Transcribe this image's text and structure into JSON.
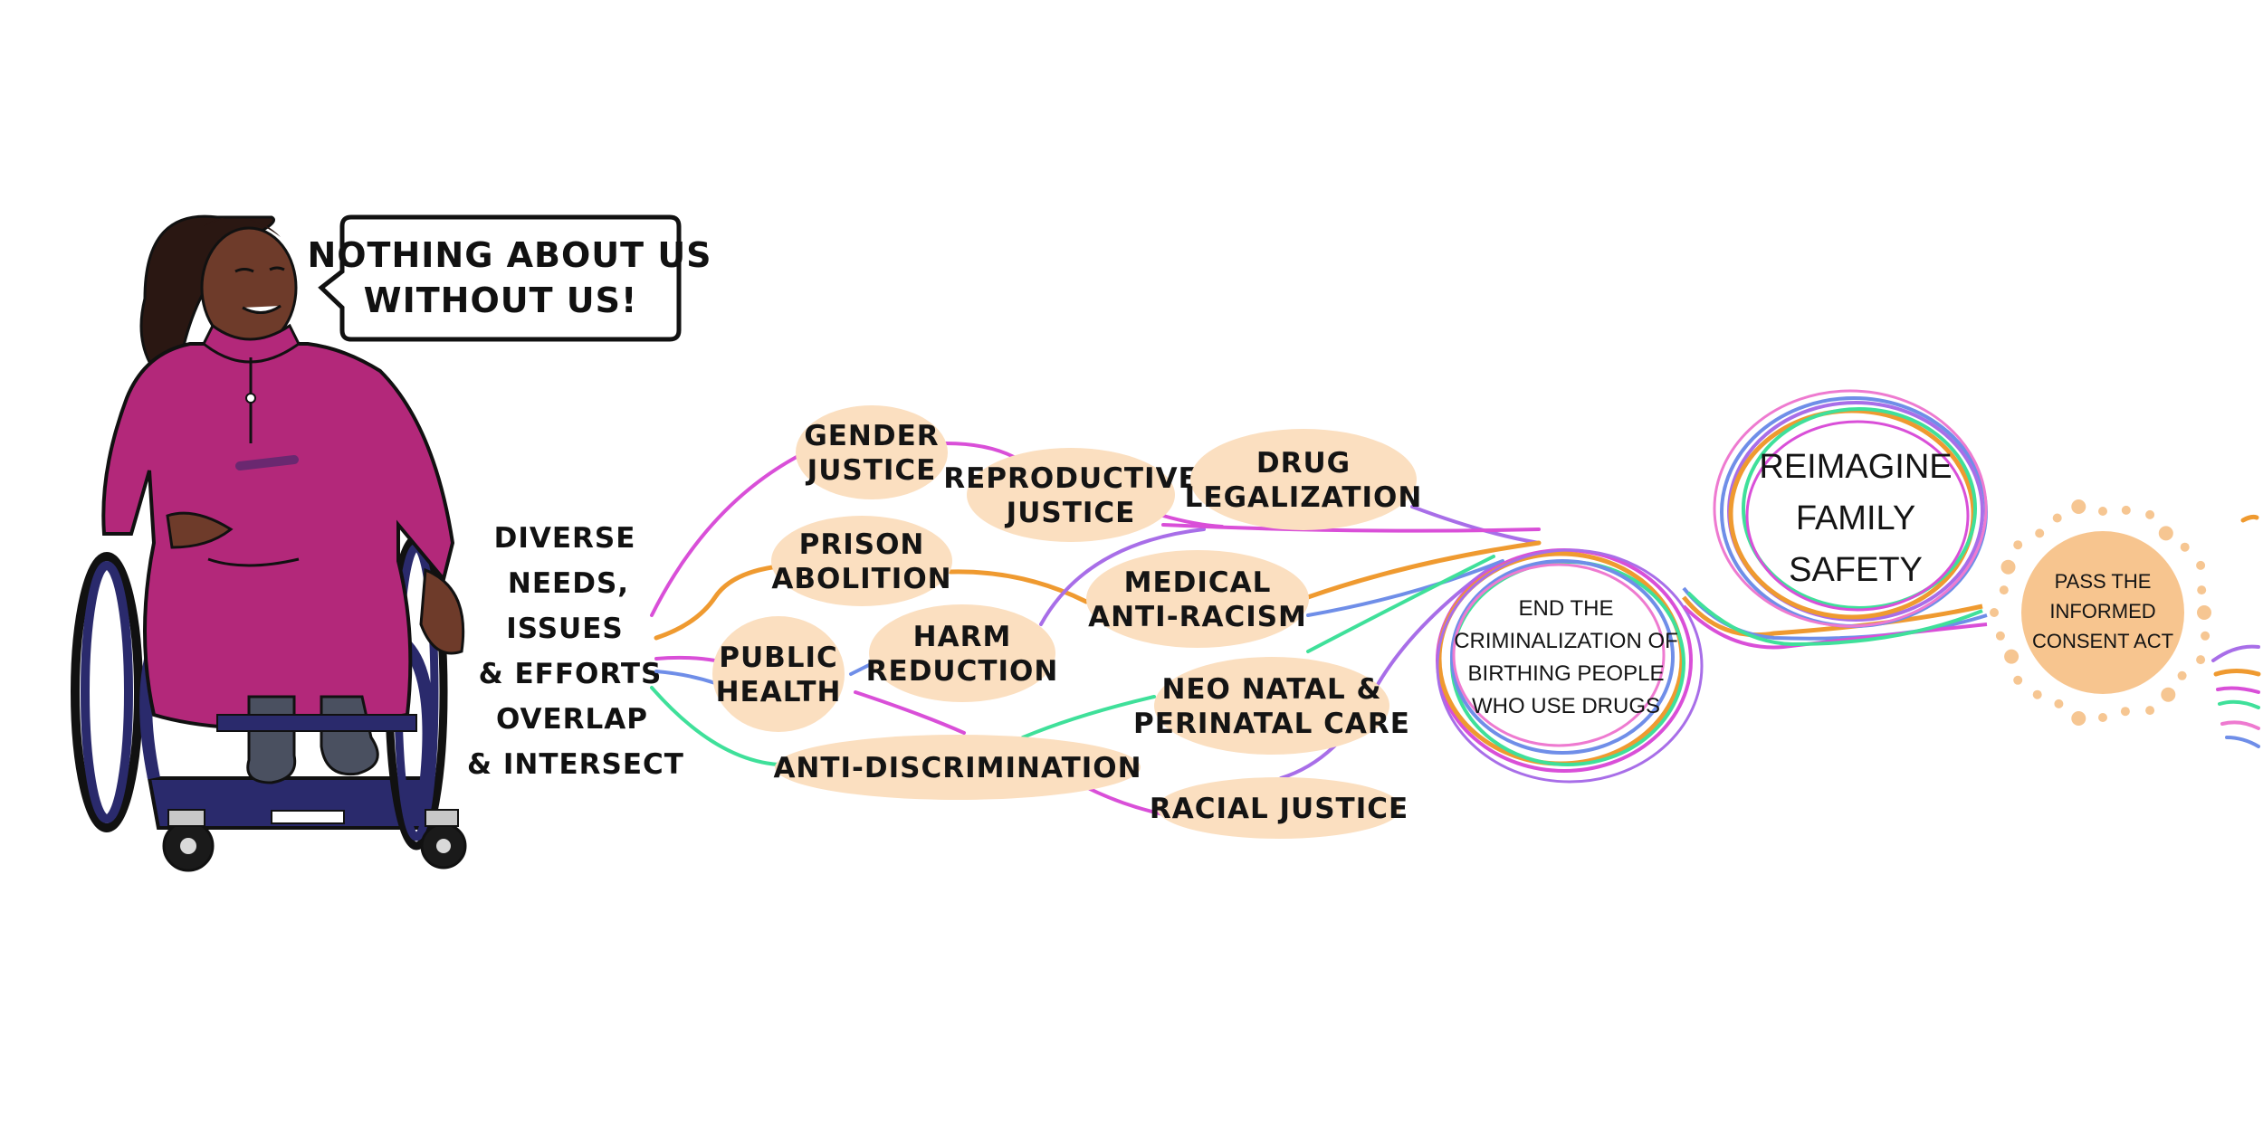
{
  "speech_bubble": {
    "lines": [
      "NOTHING ABOUT US",
      "WITHOUT US!"
    ]
  },
  "intro": {
    "lines": [
      "DIVERSE",
      "NEEDS,",
      "ISSUES",
      "& EFFORTS",
      "OVERLAP",
      "& INTERSECT"
    ]
  },
  "topics": [
    {
      "id": "gender",
      "lines": [
        "GENDER",
        "JUSTICE"
      ]
    },
    {
      "id": "reproductive",
      "lines": [
        "REPRODUCTIVE",
        "JUSTICE"
      ]
    },
    {
      "id": "drug-legalization",
      "lines": [
        "DRUG",
        "LEGALIZATION"
      ]
    },
    {
      "id": "prison",
      "lines": [
        "PRISON",
        "ABOLITION"
      ]
    },
    {
      "id": "medical",
      "lines": [
        "MEDICAL",
        "ANTI-RACISM"
      ]
    },
    {
      "id": "public-health",
      "lines": [
        "PUBLIC",
        "HEALTH"
      ]
    },
    {
      "id": "harm",
      "lines": [
        "HARM",
        "REDUCTION"
      ]
    },
    {
      "id": "neonatal",
      "lines": [
        "NEO NATAL &",
        "PERINATAL CARE"
      ]
    },
    {
      "id": "anti-discrimination",
      "lines": [
        "ANTI-DISCRIMINATION"
      ]
    },
    {
      "id": "racial",
      "lines": [
        "RACIAL JUSTICE"
      ]
    }
  ],
  "loop_1": {
    "lines": [
      "END THE",
      "CRIMINALIZATION OF",
      "BIRTHING PEOPLE",
      "WHO USE DRUGS"
    ]
  },
  "loop_2": {
    "lines": [
      "REIMAGINE",
      "FAMILY",
      "SAFETY"
    ]
  },
  "goal": {
    "lines": [
      "PASS THE",
      "INFORMED",
      "CONSENT ACT"
    ]
  },
  "colors": {
    "blob": "#fbdfc0",
    "goal_fill": "#f7c58f",
    "goal_dots": "#f6c692",
    "magenta": "#d94fd8",
    "orange": "#ef9a30",
    "blue": "#6f8ee8",
    "green": "#3fe09a",
    "purple": "#a86ee8",
    "pink": "#ee7ad0",
    "dress": "#b3287a",
    "wheelchair": "#2a2a6c",
    "skin": "#6e3b2a",
    "hair": "#2a1712",
    "outline": "#111111"
  }
}
